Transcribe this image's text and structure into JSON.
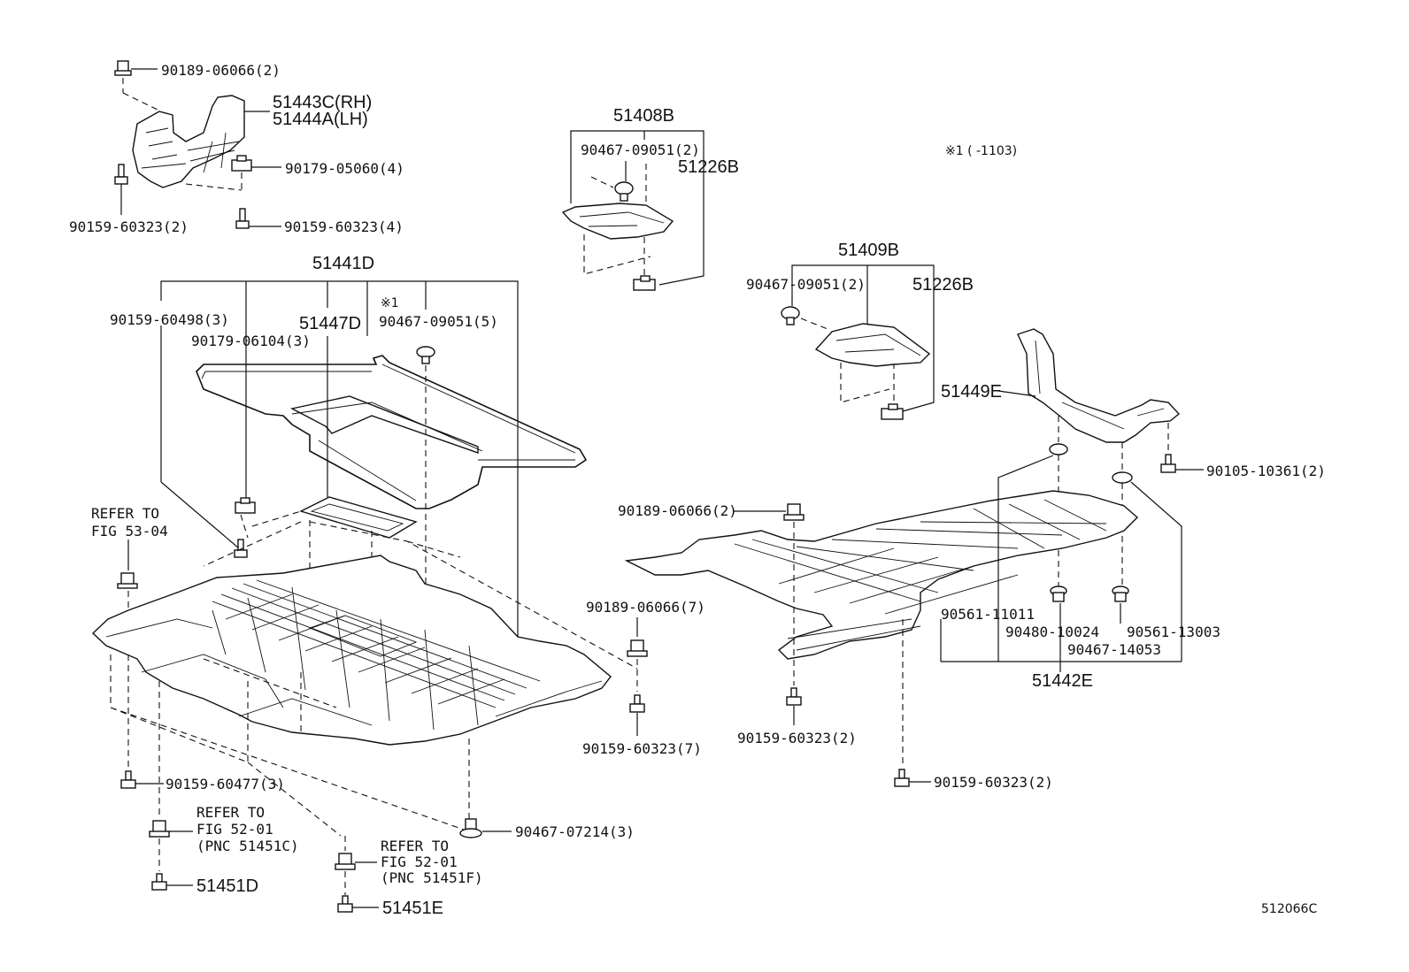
{
  "callouts": {
    "p90189_06066_top": "90189-06066(2)",
    "p51443c": "51443C(RH)",
    "p51444a": "51444A(LH)",
    "p90179_05060": "90179-05060(4)",
    "p90159_60323_left2": "90159-60323(2)",
    "p90159_60323_left4": "90159-60323(4)",
    "p51441d": "51441D",
    "p90159_60498": "90159-60498(3)",
    "p90179_06104": "90179-06104(3)",
    "p51447d": "51447D",
    "note1_small": "※1",
    "p90467_09051_5": "90467-09051(5)",
    "refer_53_line1": "REFER TO",
    "refer_53_line2": "FIG 53-04",
    "p90159_60477": "90159-60477(3)",
    "refer_52c_line1": "REFER TO",
    "refer_52c_line2": "FIG 52-01",
    "refer_52c_line3": "(PNC 51451C)",
    "p51451d": "51451D",
    "refer_52f_line1": "REFER TO",
    "refer_52f_line2": "FIG 52-01",
    "refer_52f_line3": "(PNC 51451F)",
    "p51451e": "51451E",
    "p90467_07214": "90467-07214(3)",
    "p90189_06066_mid7": "90189-06066(7)",
    "p90159_60323_mid7": "90159-60323(7)",
    "p51408b": "51408B",
    "p90467_09051_2a": "90467-09051(2)",
    "p51226b_a": "51226B",
    "note1_header": "※1 (      -1103)",
    "p51409b": "51409B",
    "p90467_09051_2b": "90467-09051(2)",
    "p51226b_b": "51226B",
    "p51449e": "51449E",
    "p90105_10361": "90105-10361(2)",
    "p90189_06066_right2": "90189-06066(2)",
    "p90561_11011": "90561-11011",
    "p90480_10024": "90480-10024",
    "p90561_13003": "90561-13003",
    "p90467_14053": "90467-14053",
    "p51442e": "51442E",
    "p90159_60323_right2a": "90159-60323(2)",
    "p90159_60323_right2b": "90159-60323(2)",
    "figure_id": "512066C"
  }
}
